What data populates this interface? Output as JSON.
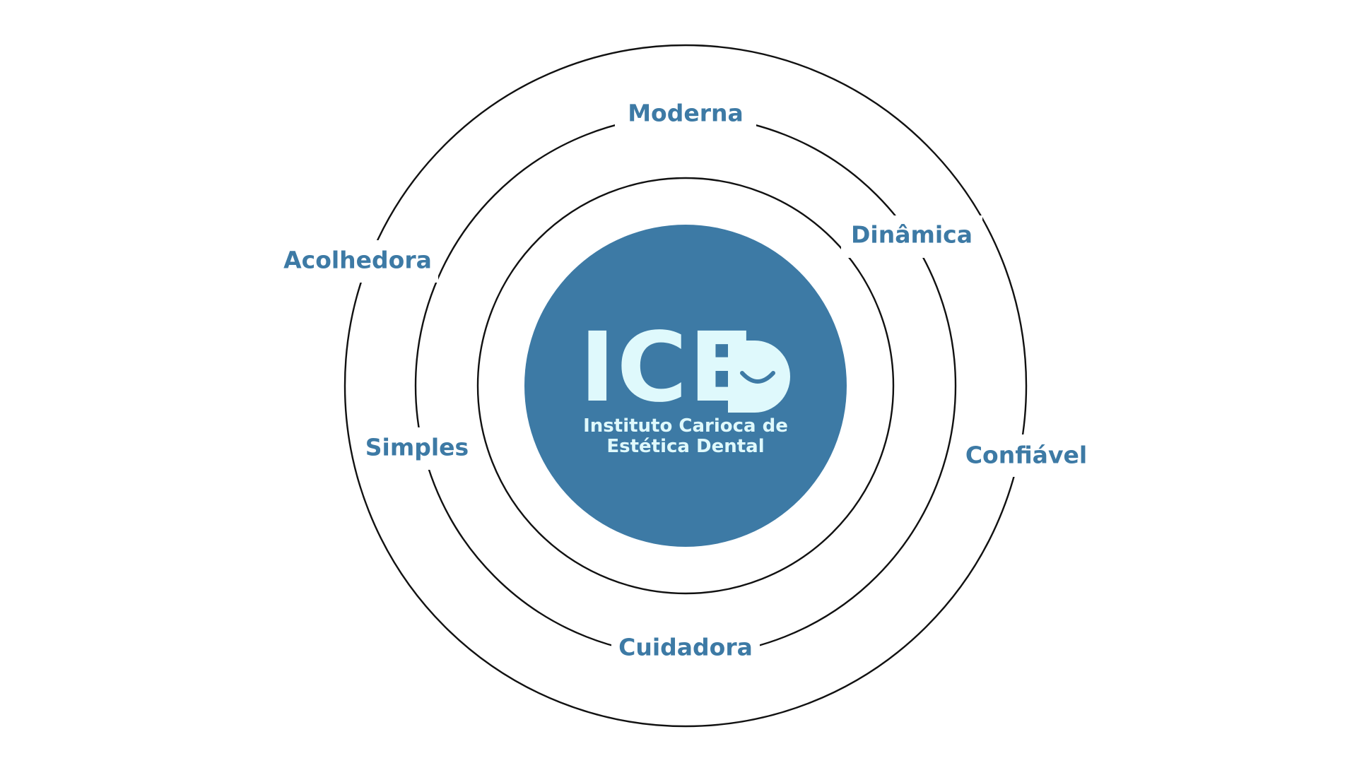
{
  "colors": {
    "primary": "#3d7aa5",
    "logo_text": "#dff9fc",
    "ring": "#111111",
    "background": "#ffffff"
  },
  "logo": {
    "word": "ICE",
    "letter_d": "D",
    "subtitle_line1": "Instituto Carioca de",
    "subtitle_line2": "Estética Dental",
    "icon": "smile-d-icon"
  },
  "attributes": {
    "moderna": "Moderna",
    "dinamica": "Dinâmica",
    "acolhedora": "Acolhedora",
    "simples": "Simples",
    "confiavel": "Confiável",
    "cuidadora": "Cuidadora"
  }
}
